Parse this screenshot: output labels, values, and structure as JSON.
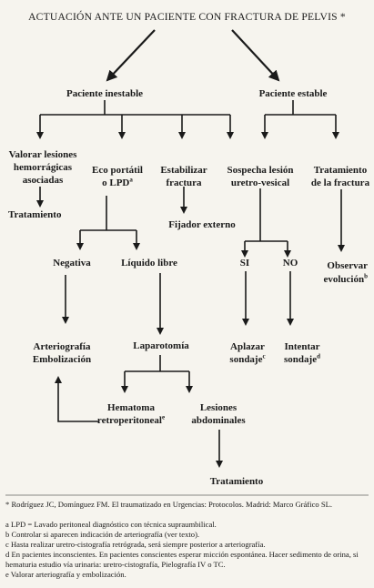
{
  "title": "ACTUACIÓN ANTE UN PACIENTE CON FRACTURA DE PELVIS",
  "title_mark": "*",
  "nodes": {
    "paciente_inestable": "Paciente inestable",
    "paciente_estable": "Paciente estable",
    "valorar_1": "Valorar lesiones",
    "valorar_2": "hemorrágicas",
    "valorar_3": "asociadas",
    "tratamiento_1": "Tratamiento",
    "eco_1": "Eco portátil",
    "eco_2": "o  LPD",
    "eco_mark": "a",
    "estabilizar_1": "Estabilizar",
    "estabilizar_2": "fractura",
    "fijador": "Fijador externo",
    "sospecha_1": "Sospecha lesión",
    "sospecha_2": "uretro-vesical",
    "trat_fract_1": "Tratamiento",
    "trat_fract_2": "de la fractura",
    "negativa": "Negativa",
    "liquido": "Líquido  libre",
    "si": "SI",
    "no": "NO",
    "observar_1": "Observar",
    "observar_2": "evolución",
    "observar_mark": "b",
    "arterio_1": "Arteriografía",
    "arterio_2": "Embolización",
    "laparotomia": "Laparotomía",
    "aplazar_1": "Aplazar",
    "aplazar_2": "sondaje",
    "aplazar_mark": "c",
    "intentar_1": "Intentar",
    "intentar_2": "sondaje",
    "intentar_mark": "d",
    "hematoma_1": "Hematoma",
    "hematoma_2": "retroperitoneal",
    "hematoma_mark": "e",
    "lesiones_1": "Lesiones",
    "lesiones_2": "abdominales",
    "tratamiento_2": "Tratamiento"
  },
  "footnotes": [
    "*  Rodríguez JC, Domínguez FM. El traumatizado en Urgencias: Protocolos. Madrid: Marco Gráfico SL.",
    "a  LPD = Lavado peritoneal diagnóstico con técnica supraumbilical.",
    "b  Controlar si aparecen indicación de arteriografía (ver texto).",
    "c  Hasta realizar uretro-cistografía retrógrada, será siempre posterior a arteriografía.",
    "d  En pacientes inconscientes. En pacientes conscientes esperar micción espontánea. Hacer sedimento de orina, si hematuria estudio vía urinaria: uretro-cistografía, Pielografía IV o TC.",
    "e  Valorar arteriografía y embolización."
  ]
}
